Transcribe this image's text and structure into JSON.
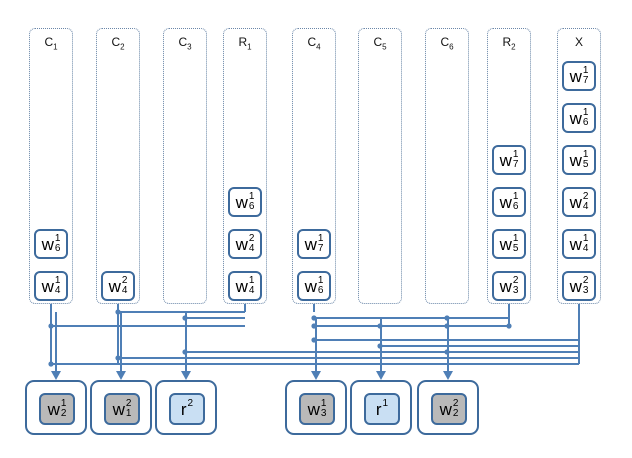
{
  "columns": [
    {
      "id": "c1",
      "base": "C",
      "sub": "1",
      "chips": [
        {
          "base": "w",
          "sup": "1",
          "sub": "6"
        },
        {
          "base": "w",
          "sup": "1",
          "sub": "4"
        }
      ]
    },
    {
      "id": "c2",
      "base": "C",
      "sub": "2",
      "chips": [
        {
          "base": "w",
          "sup": "2",
          "sub": "4"
        }
      ]
    },
    {
      "id": "c3",
      "base": "C",
      "sub": "3",
      "chips": []
    },
    {
      "id": "r1",
      "base": "R",
      "sub": "1",
      "chips": [
        {
          "base": "w",
          "sup": "1",
          "sub": "6"
        },
        {
          "base": "w",
          "sup": "2",
          "sub": "4"
        },
        {
          "base": "w",
          "sup": "1",
          "sub": "4"
        }
      ]
    },
    {
      "id": "c4",
      "base": "C",
      "sub": "4",
      "chips": [
        {
          "base": "w",
          "sup": "1",
          "sub": "7"
        },
        {
          "base": "w",
          "sup": "1",
          "sub": "6"
        }
      ]
    },
    {
      "id": "c5",
      "base": "C",
      "sub": "5",
      "chips": []
    },
    {
      "id": "c6",
      "base": "C",
      "sub": "6",
      "chips": []
    },
    {
      "id": "r2",
      "base": "R",
      "sub": "2",
      "chips": [
        {
          "base": "w",
          "sup": "1",
          "sub": "7"
        },
        {
          "base": "w",
          "sup": "1",
          "sub": "6"
        },
        {
          "base": "w",
          "sup": "1",
          "sub": "5"
        },
        {
          "base": "w",
          "sup": "2",
          "sub": "3"
        }
      ]
    },
    {
      "id": "x",
      "base": "X",
      "sub": "",
      "chips": [
        {
          "base": "w",
          "sup": "1",
          "sub": "7"
        },
        {
          "base": "w",
          "sup": "1",
          "sub": "6"
        },
        {
          "base": "w",
          "sup": "1",
          "sub": "5"
        },
        {
          "base": "w",
          "sup": "2",
          "sub": "4"
        },
        {
          "base": "w",
          "sup": "1",
          "sub": "4"
        },
        {
          "base": "w",
          "sup": "2",
          "sub": "3"
        }
      ]
    }
  ],
  "outputs": [
    {
      "kind": "w",
      "base": "w",
      "sup": "1",
      "sub": "2"
    },
    {
      "kind": "w",
      "base": "w",
      "sup": "2",
      "sub": "1"
    },
    {
      "kind": "r",
      "base": "r",
      "sup": "2",
      "sub": ""
    },
    {
      "kind": "w",
      "base": "w",
      "sup": "1",
      "sub": "3"
    },
    {
      "kind": "r",
      "base": "r",
      "sup": "1",
      "sub": ""
    },
    {
      "kind": "w",
      "base": "w",
      "sup": "2",
      "sub": "2"
    }
  ],
  "colors": {
    "wire": "#4f7fb6",
    "border": "#3d6a9c",
    "w_fill": "#b9b9b9",
    "r_fill": "#c9dff3"
  }
}
